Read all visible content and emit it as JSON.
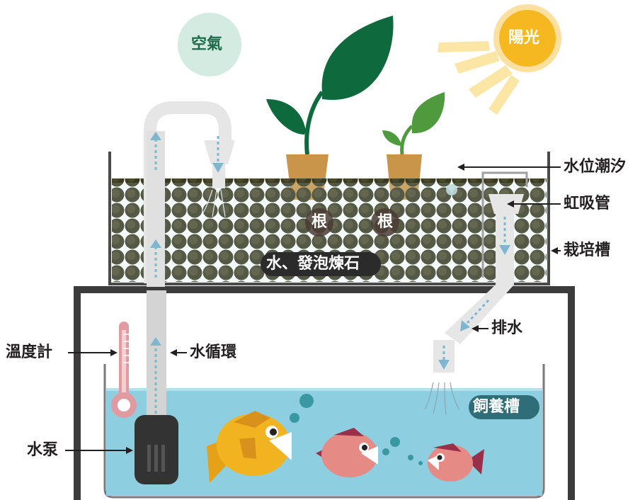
{
  "labels": {
    "air": "空氣",
    "sunlight": "陽光",
    "root_left": "根",
    "root_right": "根",
    "water_stone": "水、發泡煉石",
    "water_tide": "水位潮汐",
    "siphon": "虹吸管",
    "grow_bed": "栽培槽",
    "drain": "排水",
    "thermometer": "溫度計",
    "water_circulation": "水循環",
    "fish_tank": "飼養槽",
    "water_pump": "水泵"
  },
  "colors": {
    "water": "#8dcfe0",
    "clay_pebble": "#3d3a24",
    "bed_frame": "#4a4a4a",
    "leaf_dark": "#0e6a3c",
    "leaf_light": "#4f9a3c",
    "sun": "#f6b820",
    "air_circle": "#cfe9df",
    "fish_yellow": "#f2b320",
    "fish_pink": "#e58a84",
    "pump": "#333333",
    "thermometer": "#e09aa0",
    "pot": "#c8954a"
  }
}
